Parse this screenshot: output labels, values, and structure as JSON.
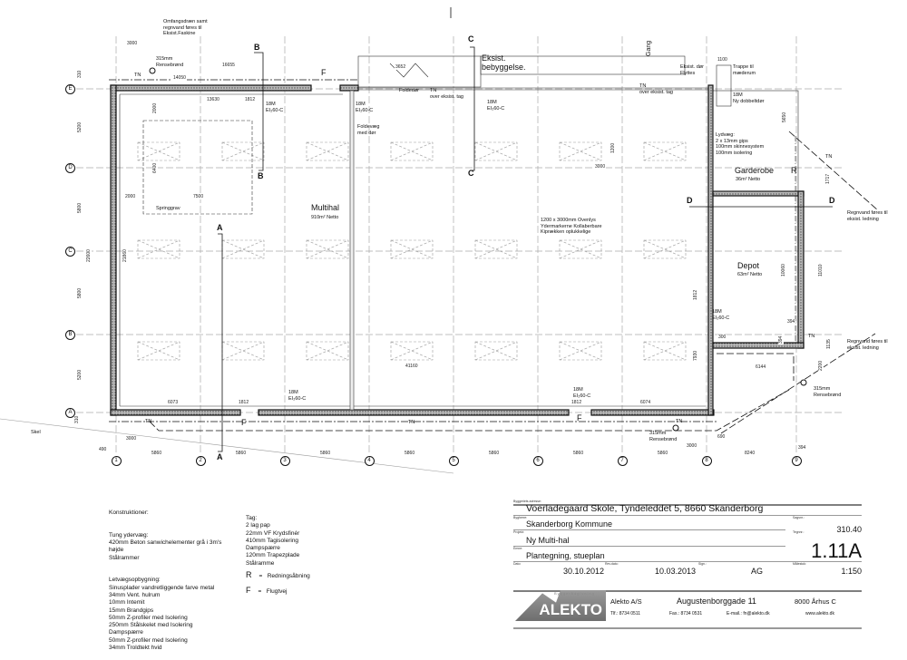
{
  "grid": {
    "columns": [
      "1",
      "2",
      "3",
      "4",
      "5",
      "6",
      "7",
      "8",
      "9"
    ],
    "rows": [
      "E",
      "D",
      "C",
      "B",
      "A"
    ]
  },
  "sections": [
    "B",
    "B",
    "A",
    "A",
    "C",
    "C",
    "D",
    "D"
  ],
  "labels": [
    "Omfangsdræn samt\nregnvand føres til\nEksist.Faskine",
    "315mm\nRensebrønd",
    "TN",
    "F",
    "18M\nEI₂60-C",
    "18M\nEI₂60-C",
    "Foldevæg\nmed dør",
    "Foldedør",
    "TN\nover eksist. tag",
    "Eksist.\nbebyggelse.",
    "18M\nEI₂60-C",
    "Gang",
    "Eksist. dør\nFlyttes",
    "TN\nover eksist. tag",
    "Trappe til\nmæderum",
    "18M\nNy dobbeltdør",
    "Lydvæg:\n2 x 13mm gips\n100mm skinnesystem\n100mm isolering",
    "Garderobe",
    "36m² Netto",
    "R",
    "TN",
    "Regnvand føres til\neksist. ledning",
    "Depot",
    "63m² Netto",
    "18M\nEI₂60-C",
    "Regnvand føres til\neksist. ledning",
    "TN",
    "315mm\nRensebrønd",
    "Multihal",
    "910m² Netto",
    "Springgrav",
    "1200 x 3000mm Ovenlys\nYdermarkerne Kollaberbare\nKiprækken oplukkelige",
    "18M\nEI₂60-C",
    "18M\nEI₂60-C",
    "F",
    "F",
    "TN",
    "TN",
    "TN",
    "315mm\nRensebrønd",
    "Skel"
  ],
  "dimensions": [
    "3000",
    "16655",
    "14050",
    "13630",
    "1812",
    "2000",
    "6400",
    "2000",
    "7500",
    "3652",
    "1200",
    "3000",
    "1100",
    "5650",
    "1717",
    "11010",
    "10060",
    "1812",
    "300",
    "7930",
    "394",
    "394",
    "1135",
    "2200",
    "6144",
    "41160",
    "6073",
    "1812",
    "1812",
    "6074",
    "3000",
    "3000",
    "690",
    "490",
    "5860",
    "5860",
    "5860",
    "5860",
    "5860",
    "5860",
    "5860",
    "8240",
    "394",
    "310",
    "5200",
    "5800",
    "22600",
    "21860",
    "5800",
    "5200",
    "310"
  ],
  "notes": {
    "heading": "Konstruktioner:",
    "wall_text": "Tung ydervæg:\n420mm Beton sanwichelementer grå i 3m's\nhøjde\nStålrammer",
    "light_text": "Letvægsopbygning:\nSinusplader vandretliggende farve metal\n34mm Vent. hulrum\n10mm Intemit\n15mm Brandgips\n50mm Z-profiler med Isolering\n250mm Stålskelet med Isolering\nDampspærre\n50mm Z-profiler med Isolering\n34mm Troldtekt hvid",
    "roof_text": "Tag:\n2 lag pap\n22mm VF Krydsfinér\n410mm Tagisolering\nDampspærre\n120mm Trapezplade\nStålramme",
    "legend": [
      {
        "symbol": "R",
        "eq": "=",
        "text": "Redningsåbning"
      },
      {
        "symbol": "F",
        "eq": "=",
        "text": "Flugtvej"
      }
    ]
  },
  "title_block": {
    "address_label": "Byggeriets adresse:",
    "address": "Voerladegaard Skole, Tyndeleddet 5, 8660 Skanderborg",
    "client_label": "Bygherre:",
    "client": "Skanderborg Kommune",
    "case_label": "Sagsnr.:",
    "case_no": "310.40",
    "project_label": "Projekt:",
    "project": "Ny Multi-hal",
    "drawing_no_label": "Tegnnr.:",
    "drawing_no": "1.11A",
    "subject_label": "Emne:",
    "subject": "Plantegning, stueplan",
    "date_label": "Dato:",
    "date": "30.10.2012",
    "rev_label": "Rev.dato:",
    "rev_date": "10.03.2013",
    "sign_label": "Sign.:",
    "sign": "AG",
    "scale_label": "Målestok:",
    "scale": "1:150",
    "company": {
      "logo_tagline": "Byggerådgivning",
      "logo": "ALEKTO",
      "name": "Alekto A/S",
      "street": "Augustenborggade 11",
      "city": "8000 Århus C",
      "phone": "Tlf.: 8734 0511",
      "fax": "Fax.: 8734 0531",
      "email": "E-mail.: fn@alekto.dk",
      "web": "www.alekto.dk"
    }
  }
}
